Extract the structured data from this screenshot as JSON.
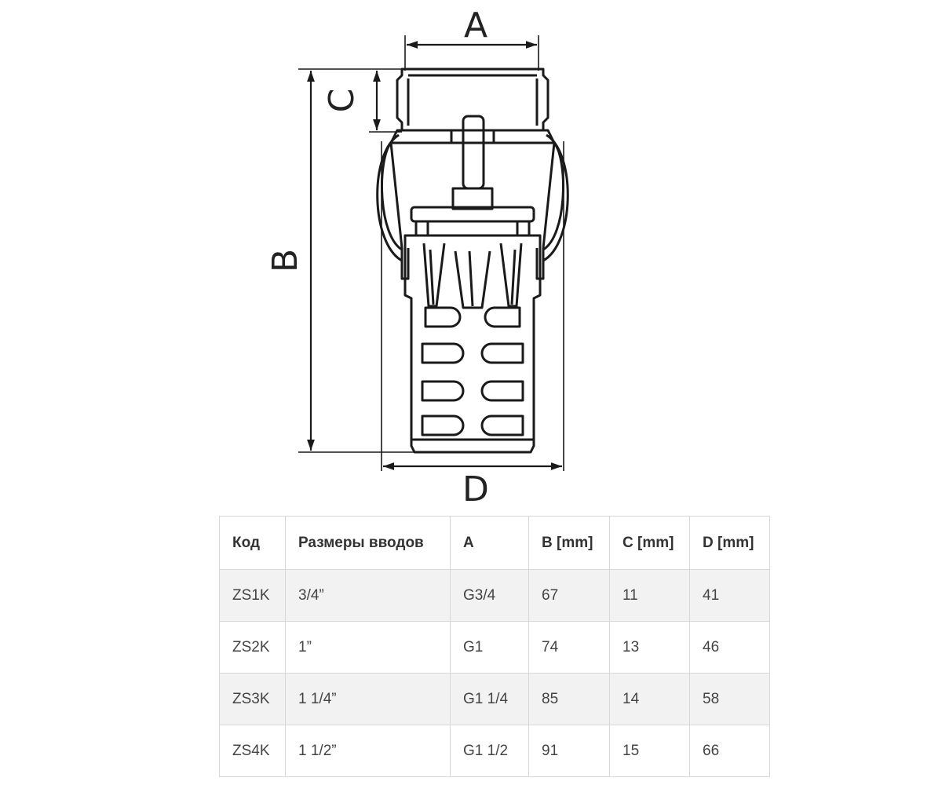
{
  "drawing": {
    "dimensions": {
      "a": "A",
      "b": "B",
      "c": "C",
      "d": "D"
    },
    "line_color": "#1a1a1a"
  },
  "table": {
    "headers": [
      "Код",
      "Размеры вводов",
      "A",
      "B [mm]",
      "C [mm]",
      "D [mm]"
    ],
    "rows": [
      [
        "ZS1K",
        "3/4”",
        "G3/4",
        "67",
        "11",
        "41"
      ],
      [
        "ZS2K",
        "1”",
        "G1",
        "74",
        "13",
        "46"
      ],
      [
        "ZS3K",
        "1 1/4”",
        "G1 1/4",
        "85",
        "14",
        "58"
      ],
      [
        "ZS4K",
        "1 1/2”",
        "G1 1/2",
        "91",
        "15",
        "66"
      ]
    ],
    "stripe_color": "#f2f2f2",
    "border_color": "#d8d8d8"
  }
}
